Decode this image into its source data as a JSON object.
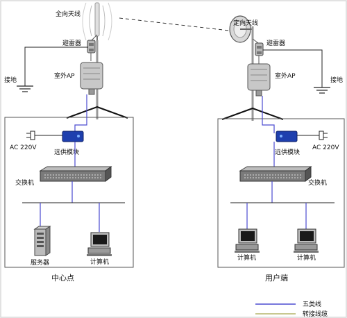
{
  "left_site": {
    "antenna": "全向天线",
    "arrester": "避雷器",
    "ap": "室外AP",
    "ground": "接地",
    "power": "AC 220V",
    "poe": "远供模块",
    "switch": "交换机",
    "server": "服务器",
    "computer": "计算机",
    "caption": "中心点"
  },
  "right_site": {
    "antenna": "定向天线",
    "arrester": "避雷器",
    "ap": "室外AP",
    "ground": "接地",
    "power": "AC 220V",
    "poe": "远供模块",
    "switch": "交换机",
    "computer_1": "计算机",
    "computer_2": "计算机",
    "caption": "用户端"
  },
  "legend": {
    "cat5": "五类线",
    "jumper": "转接线缆"
  },
  "colors": {
    "cat5": "#4a4ad0",
    "jumper": "#c8c890",
    "poe_body": "#1e3fae"
  }
}
